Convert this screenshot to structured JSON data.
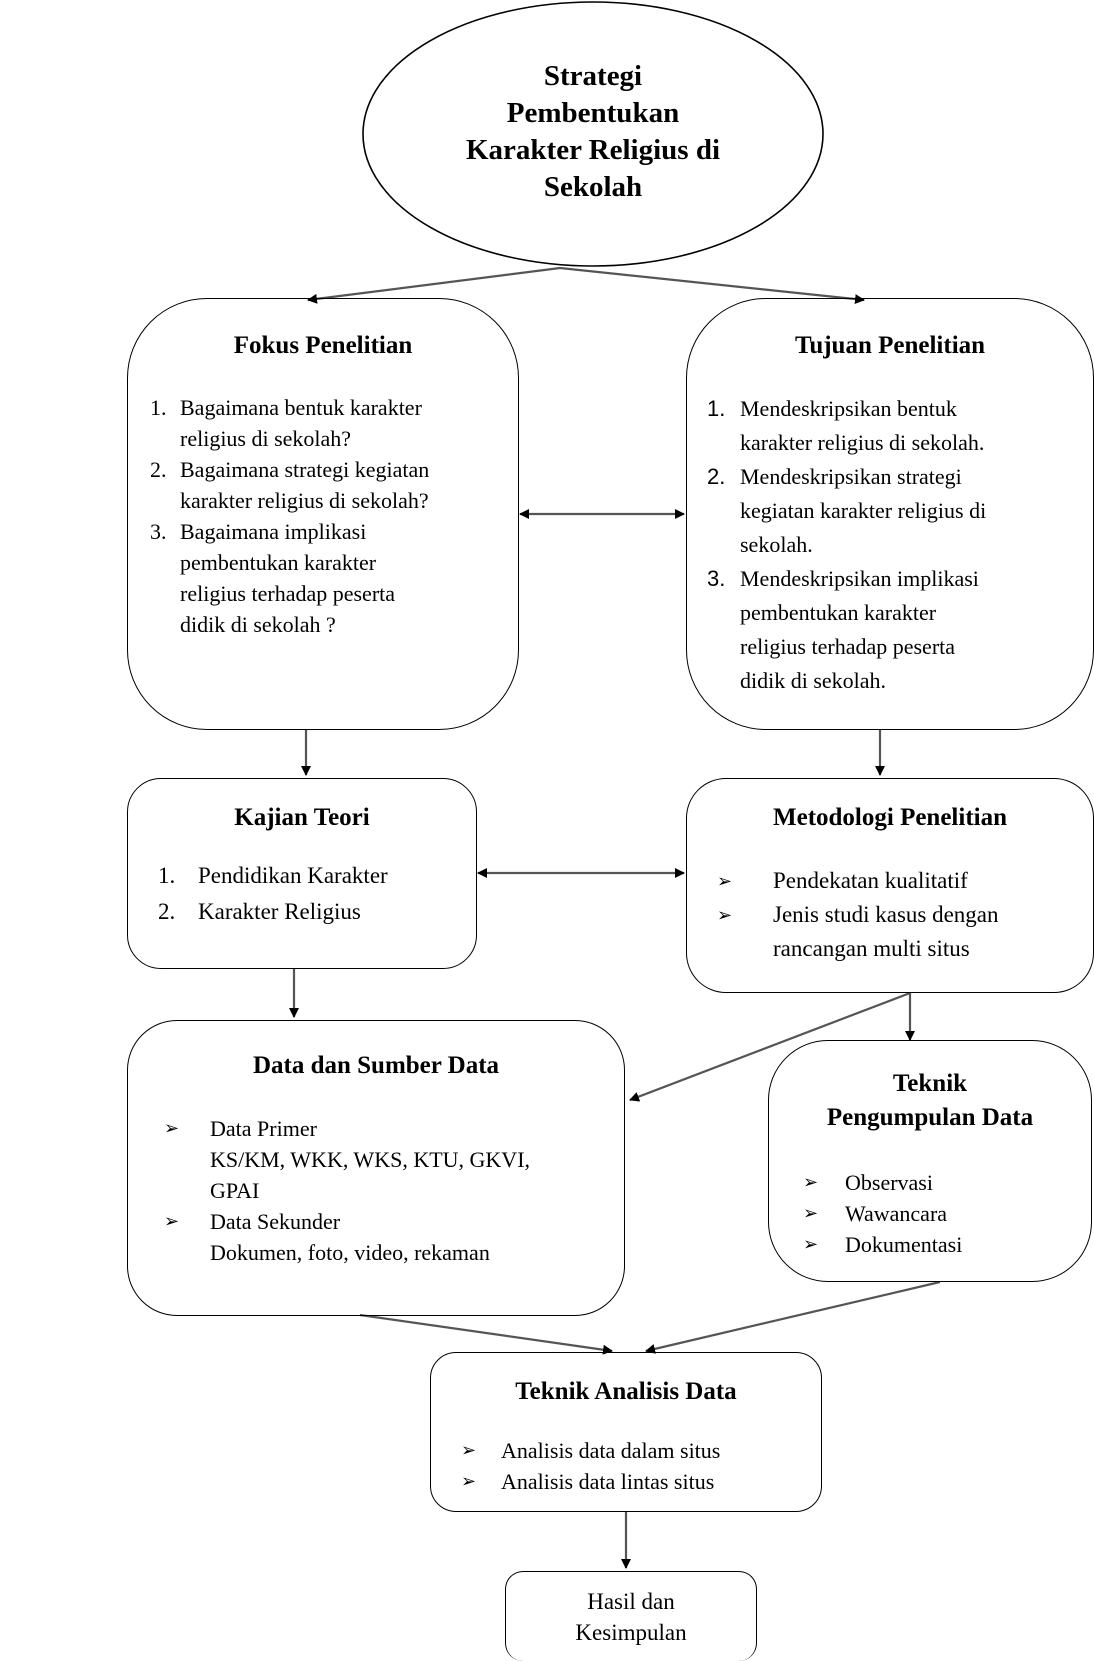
{
  "root": {
    "title_lines": [
      "Strategi",
      "Pembentukan",
      "Karakter Religius di",
      "Sekolah"
    ]
  },
  "fokus": {
    "title": "Fokus Penelitian",
    "items": [
      {
        "num": "1.",
        "lines": [
          "Bagaimana bentuk karakter",
          "religius di sekolah?"
        ]
      },
      {
        "num": "2.",
        "lines": [
          "Bagaimana strategi kegiatan",
          "karakter religius di sekolah?"
        ]
      },
      {
        "num": "3.",
        "lines": [
          "Bagaimana implikasi",
          "pembentukan karakter",
          "religius terhadap peserta",
          "didik di sekolah ?"
        ]
      }
    ]
  },
  "tujuan": {
    "title": "Tujuan Penelitian",
    "items": [
      {
        "num": "1.",
        "lines": [
          "Mendeskripsikan bentuk",
          "karakter religius di sekolah."
        ]
      },
      {
        "num": "2.",
        "lines": [
          "Mendeskripsikan strategi",
          "kegiatan karakter religius di",
          "sekolah."
        ]
      },
      {
        "num": "3.",
        "lines": [
          "Mendeskripsikan implikasi",
          "pembentukan karakter",
          "religius terhadap peserta",
          "didik di sekolah."
        ]
      }
    ]
  },
  "kajian": {
    "title": "Kajian Teori",
    "items": [
      {
        "num": "1.",
        "text": "Pendidikan Karakter"
      },
      {
        "num": "2.",
        "text": "Karakter Religius"
      }
    ]
  },
  "metodologi": {
    "title": "Metodologi Penelitian",
    "items": [
      {
        "lines": [
          "Pendekatan kualitatif"
        ]
      },
      {
        "lines": [
          "Jenis studi kasus dengan",
          "rancangan multi situs"
        ]
      }
    ]
  },
  "data": {
    "title": "Data dan Sumber Data",
    "items": [
      {
        "head": "Data Primer",
        "detail_lines": [
          "KS/KM, WKK, WKS, KTU, GKVI,",
          "GPAI"
        ]
      },
      {
        "head": "Data Sekunder",
        "detail_lines": [
          "Dokumen, foto, video, rekaman"
        ]
      }
    ]
  },
  "pengumpulan": {
    "title_lines": [
      "Teknik",
      "Pengumpulan Data"
    ],
    "items": [
      "Observasi",
      "Wawancara",
      "Dokumentasi"
    ]
  },
  "analisis": {
    "title": "Teknik Analisis Data",
    "items": [
      "Analisis data dalam situs",
      "Analisis data lintas situs"
    ]
  },
  "hasil": {
    "lines": [
      "Hasil dan",
      "Kesimpulan"
    ]
  },
  "bullet_glyph": "➢",
  "line_color": "#555555"
}
